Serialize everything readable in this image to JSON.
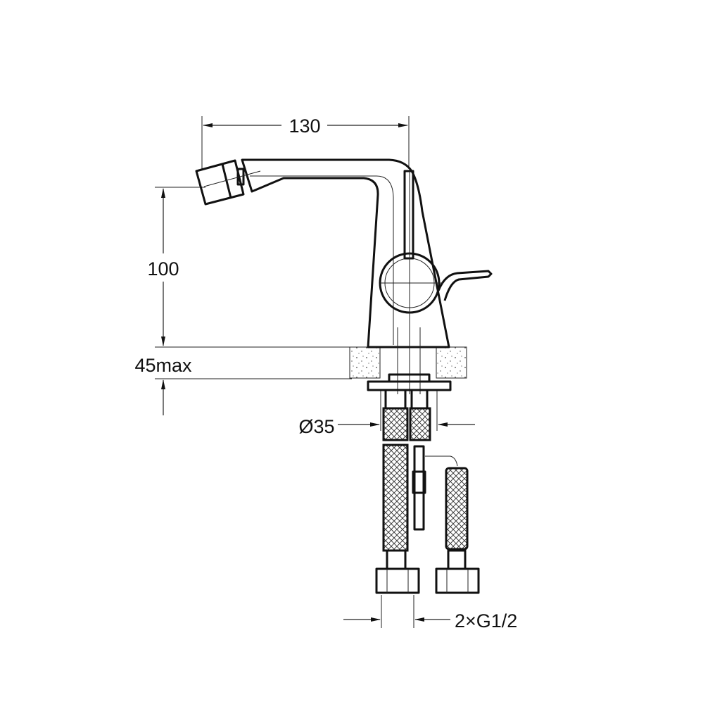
{
  "drawing": {
    "title": "bidet mixer dimension drawing",
    "dimensions": {
      "spout_reach": "130",
      "spout_height": "100",
      "counter_thickness": "45max",
      "hole_diameter": "Ø35",
      "connection": "2×G1/2"
    },
    "colors": {
      "line": "#111111",
      "background": "#ffffff"
    }
  }
}
